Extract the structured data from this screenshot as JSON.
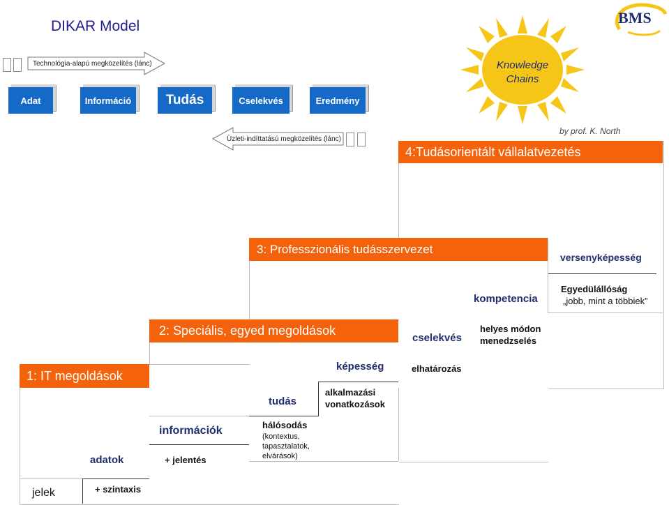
{
  "title": "DIKAR Model",
  "technology_arrow": {
    "label": "Technológia-alapú  megközelítés (lánc)"
  },
  "business_arrow": {
    "label": "Üzleti-indíttatású  megközelítés (lánc)"
  },
  "chain": {
    "data": "Adat",
    "information": "Információ",
    "knowledge": "Tudás",
    "action": "Cselekvés",
    "result": "Eredmény"
  },
  "sun": {
    "line1": "Knowledge",
    "line2": "Chains",
    "color": "#f5c518"
  },
  "logo": {
    "text": "BMS"
  },
  "credit": "by prof. K. North",
  "levels": {
    "l4": "4:Tudásorientált vállalatvezetés",
    "l3": "3: Professzionális tudásszervezet",
    "l2": "2: Speciális, egyed megoldások",
    "l1": "1:  IT megoldások"
  },
  "labels": {
    "competitiveness": "versenyképesség",
    "uniqueness": "Egyedülállóság",
    "better": "„jobb, mint a többiek”",
    "competence": "kompetencia",
    "proper_management_1": "helyes módon",
    "proper_management_2": "menedzselés",
    "action": "cselekvés",
    "decision": "elhatározás",
    "ability": "képesség",
    "application_1": "alkalmazási",
    "application_2": "vonatkozások",
    "knowledge": "tudás",
    "networking": "hálósodás",
    "networking_detail_1": "(kontextus,",
    "networking_detail_2": "tapasztalatok,",
    "networking_detail_3": "elvárások)",
    "information": "információk",
    "plus_reporting": "+ jelentés",
    "data": "adatok",
    "signs": "jelek",
    "plus_syntax": "+ szintaxis"
  },
  "colors": {
    "orange": "#f5620c",
    "blue": "#1569c7",
    "navy": "#1f2e6e",
    "title": "#1f1f8f"
  }
}
